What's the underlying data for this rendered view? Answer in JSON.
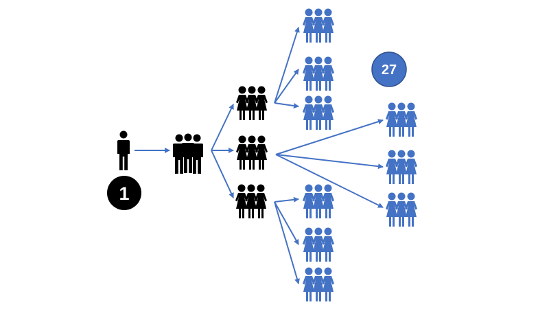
{
  "diagram": {
    "start_badge": {
      "label": "1"
    },
    "total_badge": {
      "label": "27"
    },
    "colors": {
      "black": "#000000",
      "blue": "#4472c4",
      "badge_text": "#ffffff",
      "badge_outline": "#2f528f"
    },
    "icons": {
      "person": "person-icon",
      "trio": "group-of-three-icon"
    },
    "levels": [
      {
        "level": 1,
        "people": 1,
        "color": "black"
      },
      {
        "level": 2,
        "people": 3,
        "color": "black"
      },
      {
        "level": 3,
        "people": 9,
        "color": "black"
      },
      {
        "level": 4,
        "people": 27,
        "color": "blue"
      }
    ]
  }
}
